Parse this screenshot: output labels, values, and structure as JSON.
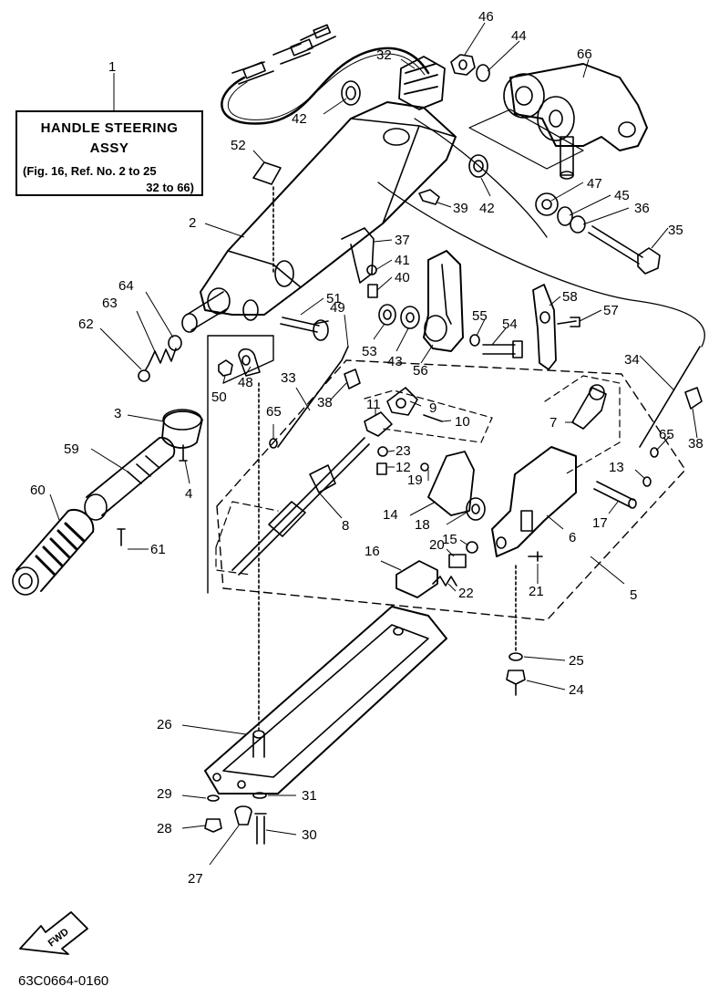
{
  "title_box": {
    "line1": "HANDLE STEERING",
    "line2": "ASSY",
    "line3": "(Fig. 16, Ref. No. 2 to 25",
    "line4": "32 to 66)"
  },
  "callouts": [
    "1",
    "2",
    "3",
    "4",
    "5",
    "6",
    "7",
    "8",
    "9",
    "10",
    "11",
    "12",
    "13",
    "14",
    "15",
    "16",
    "17",
    "18",
    "19",
    "20",
    "21",
    "22",
    "23",
    "24",
    "25",
    "26",
    "27",
    "28",
    "29",
    "30",
    "31",
    "32",
    "33",
    "34",
    "35",
    "36",
    "37",
    "38",
    "38",
    "39",
    "40",
    "41",
    "42",
    "42",
    "43",
    "44",
    "45",
    "46",
    "47",
    "48",
    "49",
    "50",
    "51",
    "52",
    "53",
    "54",
    "55",
    "56",
    "57",
    "58",
    "59",
    "60",
    "61",
    "62",
    "63",
    "64",
    "65",
    "65",
    "66"
  ],
  "fwd_label": "FWD",
  "diagram_code": "63C0664-0160"
}
